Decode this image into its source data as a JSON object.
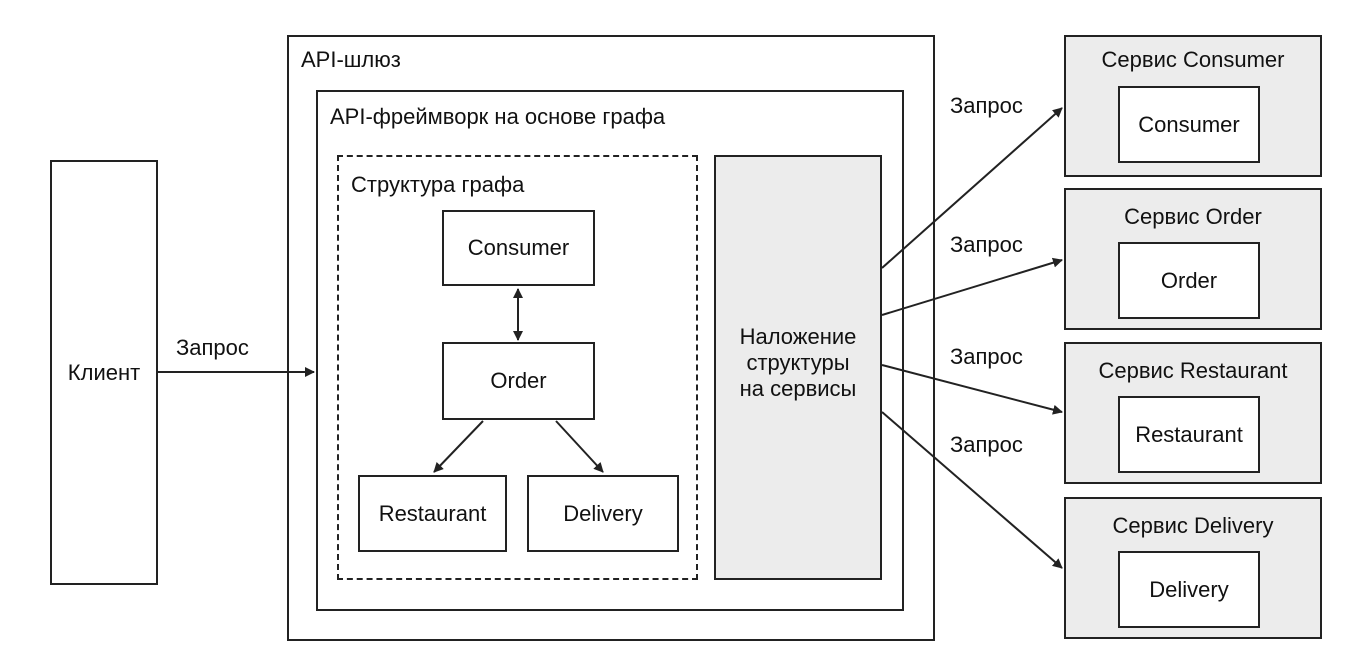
{
  "client": {
    "label": "Клиент"
  },
  "request_label": "Запрос",
  "gateway": {
    "title": "API-шлюз",
    "framework": {
      "title": "API-фреймворк на основе графа",
      "graph": {
        "title": "Структура графа",
        "nodes": {
          "consumer": "Consumer",
          "order": "Order",
          "restaurant": "Restaurant",
          "delivery": "Delivery"
        }
      },
      "mapping": {
        "line1": "Наложение",
        "line2": "структуры",
        "line3": "на сервисы"
      }
    }
  },
  "services": [
    {
      "title": "Сервис Consumer",
      "inner": "Consumer",
      "request": "Запрос"
    },
    {
      "title": "Сервис Order",
      "inner": "Order",
      "request": "Запрос"
    },
    {
      "title": "Сервис Restaurant",
      "inner": "Restaurant",
      "request": "Запрос"
    },
    {
      "title": "Сервис Delivery",
      "inner": "Delivery",
      "request": "Запрос"
    }
  ],
  "colors": {
    "line": "#222222",
    "service_fill": "#ececec",
    "mapping_fill": "#ececec"
  }
}
